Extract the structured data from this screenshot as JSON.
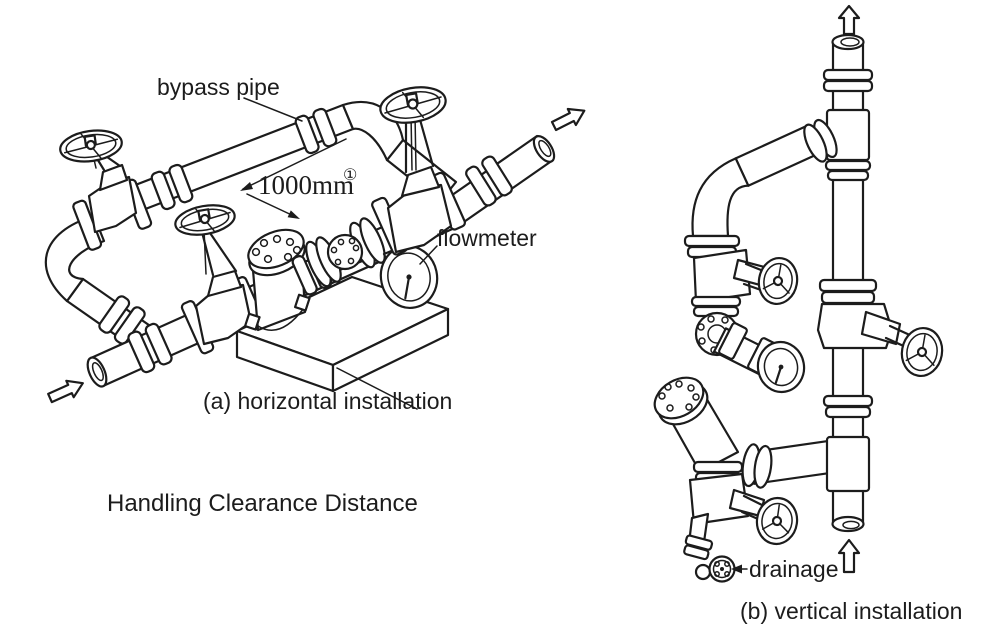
{
  "figure": {
    "background": "#ffffff",
    "ink_color": "#1c1c1c",
    "note": "Handling Clearance Distance",
    "horizontal_panel": {
      "caption": "(a) horizontal installation",
      "labels": {
        "bypass_pipe": "bypass pipe",
        "clearance_dimension": "1000mm",
        "clearance_footnote": "①",
        "flowmeter": "flowmeter"
      },
      "icons": [
        "inflow-arrow",
        "outflow-arrow"
      ]
    },
    "vertical_panel": {
      "caption": "(b) vertical installation",
      "labels": {
        "drainage": "drainage"
      },
      "icons": [
        "flow-up-arrow-top",
        "flow-up-arrow-bottom"
      ]
    }
  }
}
